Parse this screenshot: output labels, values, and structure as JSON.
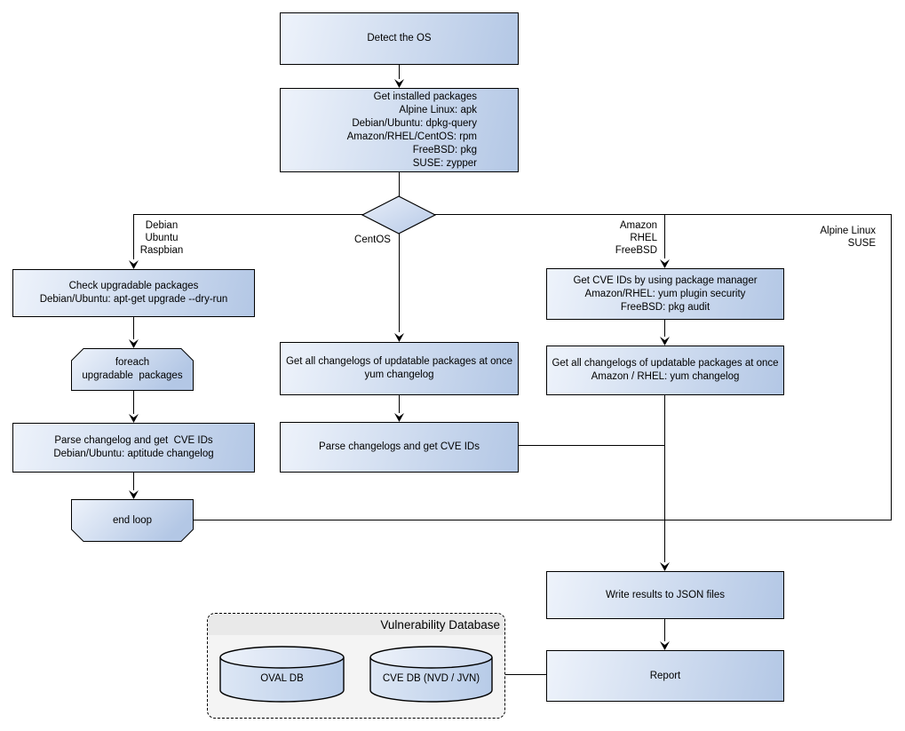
{
  "nodes": {
    "detect_os": "Detect the OS",
    "get_installed": "Get installed packages\nAlpine Linux: apk\nDebian/Ubuntu: dpkg-query\nAmazon/RHEL/CentOS: rpm\nFreeBSD: pkg\nSUSE: zypper",
    "check_upgradable": "Check upgradable packages\nDebian/Ubuntu: apt-get upgrade --dry-run",
    "foreach_loop": "foreach\nupgradable  packages",
    "parse_changelog_deb": "Parse changelog and get  CVE IDs\nDebian/Ubuntu: aptitude changelog",
    "end_loop": "end loop",
    "get_changelogs_centos": "Get all changelogs of updatable packages at once\nyum changelog",
    "parse_changelogs_centos": "Parse changelogs and get CVE IDs",
    "get_cve_ids_pkg": "Get CVE IDs by using package manager\nAmazon/RHEL: yum plugin security\nFreeBSD: pkg audit",
    "get_changelogs_amazon": "Get all changelogs of updatable packages at once\nAmazon / RHEL: yum changelog",
    "write_json": "Write results to JSON files",
    "report": "Report"
  },
  "edge_labels": {
    "debian_branch": "Debian\nUbuntu\nRaspbian",
    "centos_branch": "CentOS",
    "amazon_branch": "Amazon\nRHEL\nFreeBSD",
    "alpine_branch": "Alpine Linux\nSUSE"
  },
  "database": {
    "title": "Vulnerability Database",
    "oval_db": "OVAL DB",
    "cve_db": "CVE DB (NVD / JVN)"
  },
  "colors": {
    "node_gradient_start": "#eef3fb",
    "node_gradient_end": "#b3c7e5",
    "node_border": "#000000",
    "db_panel_fill": "#f4f4f4",
    "db_header_fill": "#e9e9e9",
    "cylinder_gradient_start": "#dde7f5",
    "cylinder_gradient_end": "#b7cbe8"
  }
}
